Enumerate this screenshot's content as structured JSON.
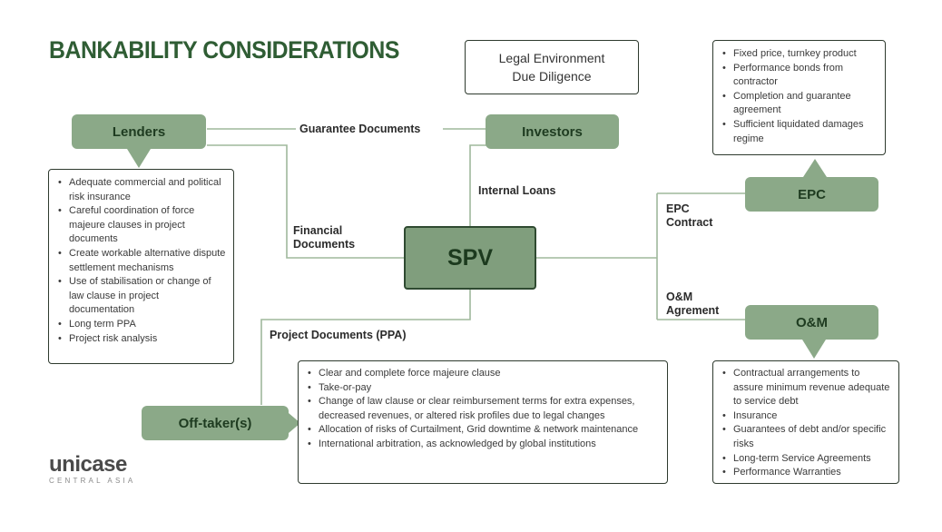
{
  "title": "BANKABILITY CONSIDERATIONS",
  "colors": {
    "node_fill": "#8ba988",
    "spv_fill": "#809e7d",
    "title": "#2f5d34",
    "line": "#9fb89c"
  },
  "legal": {
    "line1": "Legal Environment",
    "line2": "Due Diligence"
  },
  "nodes": {
    "lenders": "Lenders",
    "investors": "Investors",
    "spv": "SPV",
    "epc": "EPC",
    "om": "O&M",
    "offtaker": "Off-taker(s)"
  },
  "connectors": {
    "guarantee": "Guarantee Documents",
    "internal_loans": "Internal Loans",
    "financial_1": "Financial",
    "financial_2": "Documents",
    "epc_contract_1": "EPC",
    "epc_contract_2": "Contract",
    "om_agreement_1": "O&M",
    "om_agreement_2": "Agrement",
    "project_docs": "Project Documents (PPA)"
  },
  "lenders_items": [
    "Adequate commercial and political risk insurance",
    "Careful coordination of force majeure clauses in project documents",
    "Create workable alternative dispute settlement mechanisms",
    "Use of stabilisation or change of law clause in project documentation",
    "Long term PPA",
    "Project risk analysis"
  ],
  "epc_items": [
    "Fixed price, turnkey product",
    "Performance bonds from contractor",
    "Completion and guarantee agreement",
    "Sufficient liquidated damages regime"
  ],
  "om_items": [
    "Contractual arrangements to assure minimum revenue adequate to service debt",
    "Insurance",
    "Guarantees of debt and/or specific risks",
    "Long-term Service Agreements",
    "Performance Warranties"
  ],
  "offtaker_items": [
    "Clear and complete force majeure clause",
    "Take-or-pay",
    "Change of law clause or clear reimbursement terms for extra expenses, decreased revenues, or altered risk profiles due to legal changes",
    "Allocation of risks of Curtailment, Grid downtime & network maintenance",
    "International arbitration, as acknowledged by global institutions"
  ],
  "logo": {
    "main": "unicase",
    "sub": "CENTRAL ASIA"
  }
}
